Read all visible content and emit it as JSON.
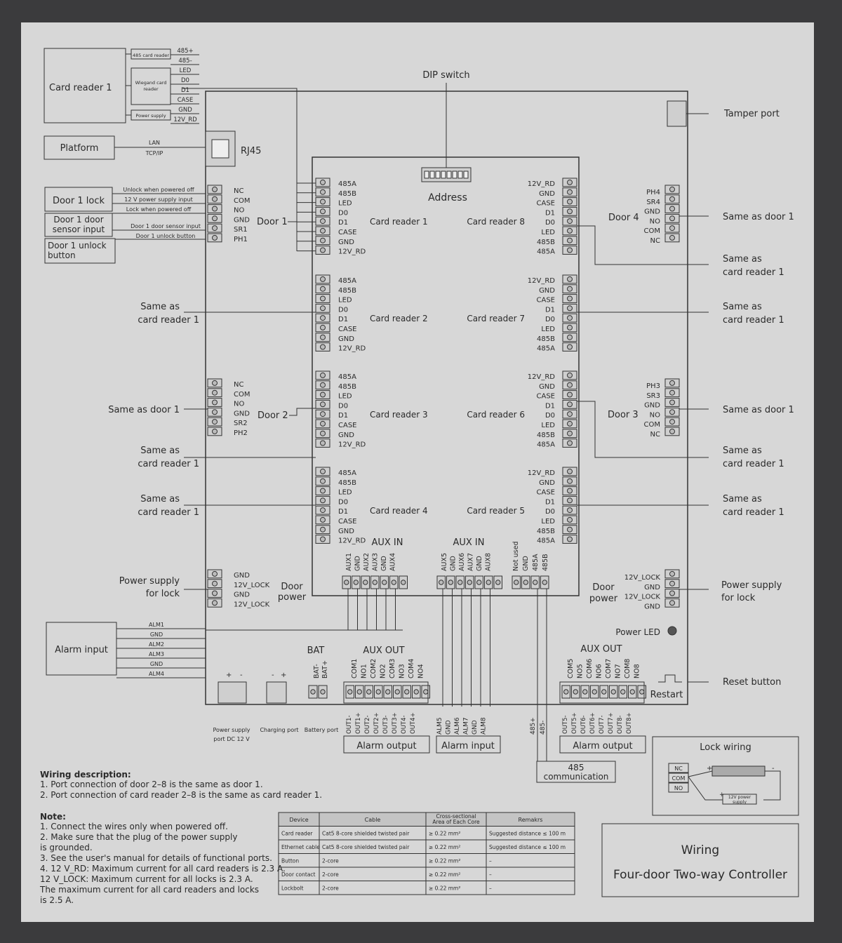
{
  "card_reader_pins": [
    "485A",
    "485B",
    "LED",
    "D0",
    "D1",
    "CASE",
    "GND",
    "12V_RD"
  ],
  "card_reader_pins_right": [
    "12V_RD",
    "GND",
    "CASE",
    "D1",
    "D0",
    "LED",
    "485B",
    "485A"
  ],
  "left_door_pins": [
    "NC",
    "COM",
    "NO",
    "GND",
    "SR1",
    "PH1"
  ],
  "door2_pins": [
    "NC",
    "COM",
    "NO",
    "GND",
    "SR2",
    "PH2"
  ],
  "door3_pins": [
    "PH3",
    "SR3",
    "GND",
    "NO",
    "COM",
    "NC"
  ],
  "door4_pins": [
    "PH4",
    "SR4",
    "GND",
    "NO",
    "COM",
    "NC"
  ],
  "left_power_pins": [
    "GND",
    "12V_LOCK",
    "GND",
    "12V_LOCK"
  ],
  "right_power_pins": [
    "12V_LOCK",
    "GND",
    "12V_LOCK",
    "GND"
  ],
  "aux_in_left_pins": [
    "AUX1",
    "GND",
    "AUX2",
    "AUX3",
    "GND",
    "AUX4"
  ],
  "aux_in_right_pins": [
    "AUX5",
    "GND",
    "AUX6",
    "AUX7",
    "GND",
    "AUX8"
  ],
  "rs485_pins": [
    "Not used",
    "GND",
    "485A",
    "485B"
  ],
  "aux_out_left_pins": [
    "COM1",
    "NO1",
    "COM2",
    "NO2",
    "COM3",
    "NO3",
    "COM4",
    "NO4"
  ],
  "aux_out_right_pins": [
    "COM5",
    "NO5",
    "COM6",
    "NO6",
    "COM7",
    "NO7",
    "COM8",
    "NO8"
  ],
  "bat_pins": [
    "BAT-",
    "BAT+"
  ],
  "alarm_out_left_pins": [
    "OUT1-",
    "OUT1+",
    "OUT2-",
    "OUT2+",
    "OUT3-",
    "OUT3+",
    "OUT4-",
    "OUT4+"
  ],
  "alarm_out_right_pins": [
    "OUT5-",
    "OUT5+",
    "OUT6-",
    "OUT6+",
    "OUT7-",
    "OUT7+",
    "OUT8-",
    "OUT8+"
  ],
  "alarm_in_bottom_pins": [
    "ALM5",
    "GND",
    "ALM6",
    "ALM7",
    "GND",
    "ALM8"
  ],
  "rs485_bottom_pins": [
    "485+",
    "485-"
  ],
  "alarm_input_left_pins": [
    "ALM1",
    "GND",
    "ALM2",
    "ALM3",
    "GND",
    "ALM4"
  ],
  "card_reader1_wires": [
    "485+",
    "485-",
    "LED",
    "D0",
    "D1",
    "CASE",
    "GND",
    "12V_RD"
  ],
  "labels": {
    "dip_switch": "DIP switch",
    "address": "Address",
    "tamper_port": "Tamper port",
    "card_reader_1": "Card reader 1",
    "rs485_card_reader": "485 card reader",
    "wiegand_card_reader": "Wiegand card reader",
    "power_supply_small": "Power supply",
    "platform": "Platform",
    "lan": "LAN",
    "tcpip": "TCP/IP",
    "rj45": "RJ45",
    "door1_lock": "Door 1 lock",
    "door1_sensor": "Door 1 door sensor input",
    "door1_unlock": "Door 1 unlock button",
    "unlock_powered_off": "Unlock when powered off",
    "power_supply_input": "12 V power supply input",
    "lock_powered_off": "Lock when powered off",
    "door_sensor_input_wire": "Door 1 door sensor input",
    "door_unlock_button_wire": "Door 1 unlock button",
    "door1": "Door 1",
    "door2": "Door 2",
    "door3": "Door 3",
    "door4": "Door 4",
    "same_as_door1": "Same as door 1",
    "same_as_card_reader1": "Same as card reader 1",
    "cr1": "Card reader 1",
    "cr2": "Card reader 2",
    "cr3": "Card reader 3",
    "cr4": "Card reader 4",
    "cr5": "Card reader 5",
    "cr6": "Card reader 6",
    "cr7": "Card reader 7",
    "cr8": "Card reader 8",
    "aux_in": "AUX IN",
    "aux_out": "AUX OUT",
    "bat": "BAT",
    "door_power": "Door power",
    "power_supply_for_lock": "Power supply for lock",
    "alarm_input": "Alarm input",
    "power_led": "Power LED",
    "reset_button": "Reset button",
    "restart": "Restart",
    "power_supply_port": "Power supply port DC 12 V",
    "charging_port": "Charging port",
    "battery_port": "Battery port",
    "alarm_output": "Alarm output",
    "rs485_comm": "485 communication",
    "lock_wiring": "Lock wiring",
    "lock_nc": "NC",
    "lock_com": "COM",
    "lock_no": "NO",
    "lock_12v": "12V power supply",
    "plus": "+",
    "minus": "-",
    "title_line1": "Wiring",
    "title_line2": "Four-door Two-way Controller"
  },
  "wiring_description": {
    "title": "Wiring description:",
    "items": [
      "1. Port connection of door 2–8 is the same as door 1.",
      "2. Port connection of card reader 2–8 is the same as card reader 1."
    ]
  },
  "note": {
    "title": "Note:",
    "items": [
      "1. Connect the wires only when powered off.",
      "2. Make sure that the plug of the power supply",
      "    is grounded.",
      "3. See the user's manual for details of functional ports.",
      "4. 12 V_RD: Maximum current for all card readers is 2.3 A.",
      "    12 V_LOCK: Maximum current for all locks is 2.3 A.",
      "    The maximum current for all card readers and locks",
      "    is 2.5 A."
    ]
  },
  "cable_table": {
    "headers": [
      "Device",
      "Cable",
      "Cross-sectional Area of Each Core",
      "Remakrs"
    ],
    "rows": [
      [
        "Card reader",
        "Cat5 8-core shielded twisted pair",
        "≥ 0.22 mm²",
        "Suggested distance ≤ 100 m"
      ],
      [
        "Ethernet cable",
        "Cat5 8-core shielded twisted pair",
        "≥ 0.22 mm²",
        "Suggested distance ≤ 100 m"
      ],
      [
        "Button",
        "2-core",
        "≥ 0.22 mm²",
        "–"
      ],
      [
        "Door contact",
        "2-core",
        "≥ 0.22 mm²",
        "–"
      ],
      [
        "Lockbolt",
        "2-core",
        "≥ 0.22 mm²",
        "–"
      ]
    ]
  }
}
